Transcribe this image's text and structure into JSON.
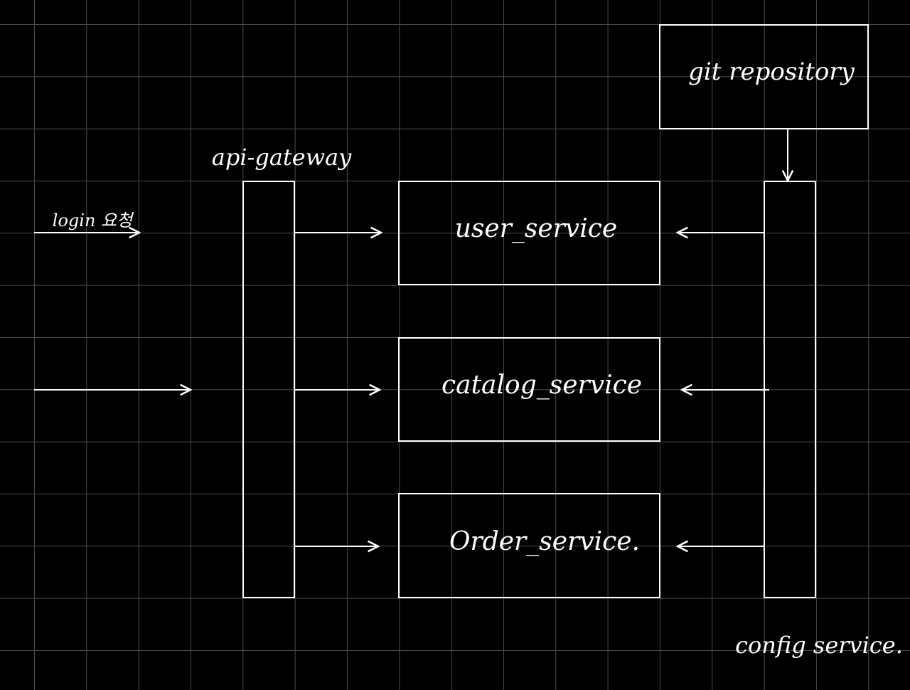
{
  "diagram": {
    "external": {
      "login_label": "login 요청"
    },
    "gateway": {
      "label": "api-gateway"
    },
    "services": [
      {
        "label": "user_service"
      },
      {
        "label": "catalog_service"
      },
      {
        "label": "Order_service."
      }
    ],
    "config": {
      "label": "config service."
    },
    "repository": {
      "label": "git repository"
    }
  },
  "colors": {
    "background": "#000000",
    "grid": "#4a4a4a",
    "stroke": "#ffffff"
  }
}
